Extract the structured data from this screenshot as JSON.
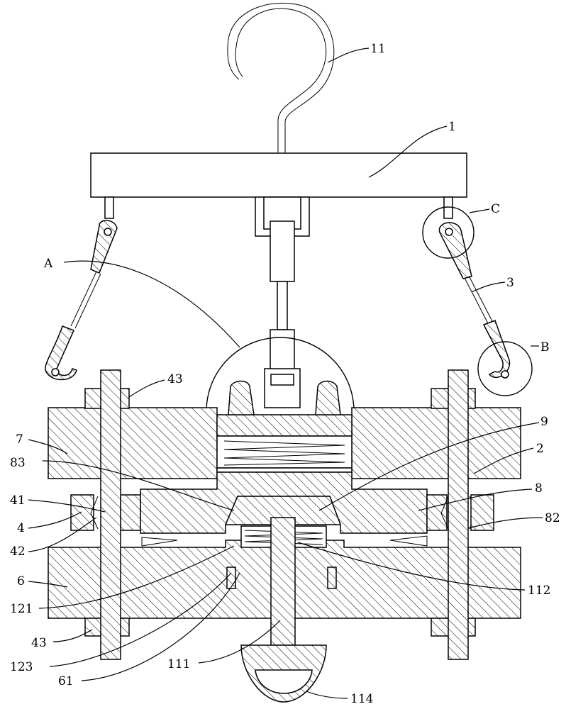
{
  "labels": {
    "l11": "11",
    "l1": "1",
    "lC": "C",
    "lA": "A",
    "l3": "3",
    "lB": "B",
    "l43top": "43",
    "l9": "9",
    "l7": "7",
    "l2": "2",
    "l83": "83",
    "l8": "8",
    "l41": "41",
    "l82": "82",
    "l4": "4",
    "l42": "42",
    "l6": "6",
    "l112": "112",
    "l121": "121",
    "l43bot": "43",
    "l123": "123",
    "l111": "111",
    "l61": "61",
    "l114": "114"
  }
}
